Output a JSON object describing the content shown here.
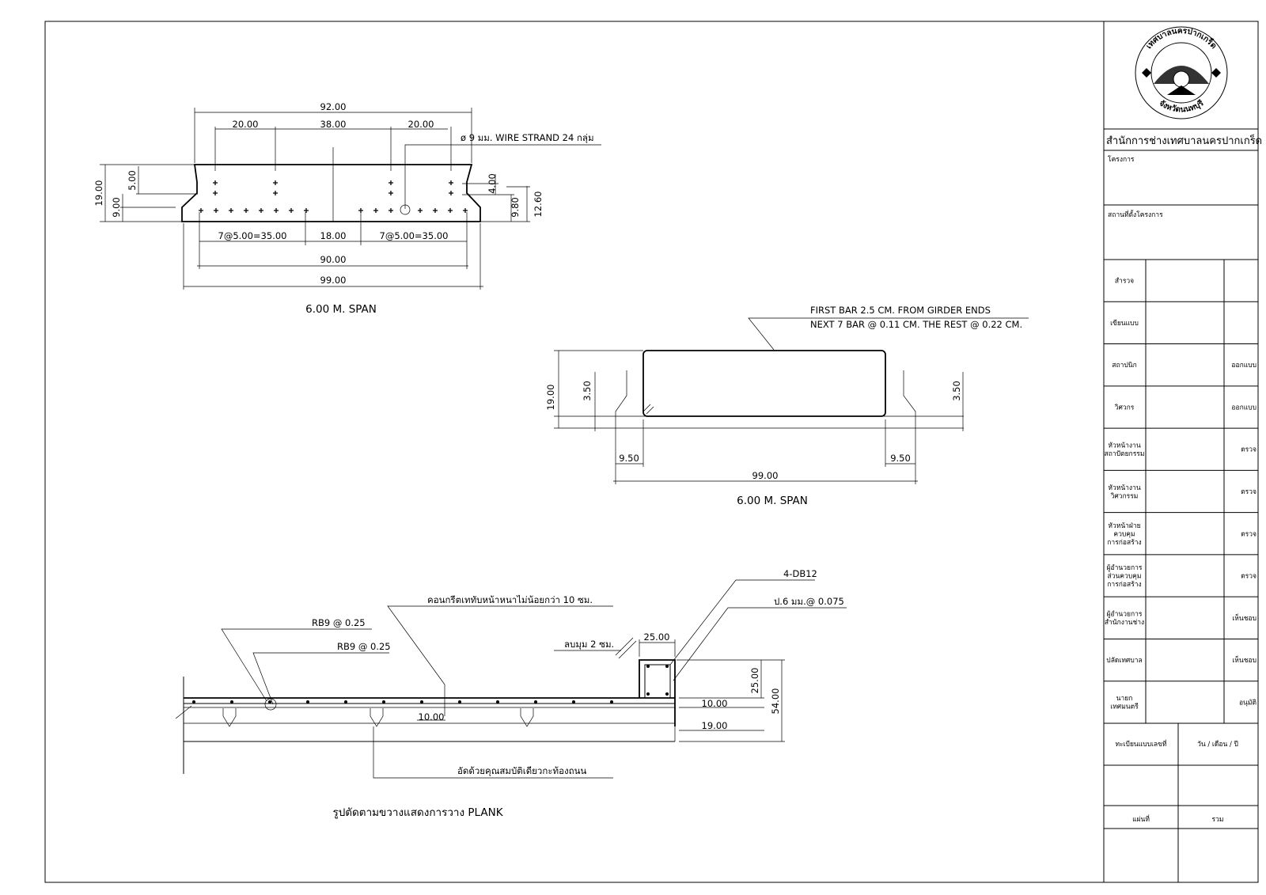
{
  "section_top": {
    "dim_overall_top": "92.00",
    "dim_left_20": "20.00",
    "dim_mid_38": "38.00",
    "dim_right_20": "20.00",
    "strand_note": "ø 9 มม. WIRE STRAND 24 กลุ่ม",
    "dim_height_19": "19.00",
    "dim_5": "5.00",
    "dim_9": "9.00",
    "dim_4": "4.00",
    "dim_980": "9.80",
    "dim_1260": "12.60",
    "dim_spacing_left": "7@5.00=35.00",
    "dim_mid_18": "18.00",
    "dim_spacing_right": "7@5.00=35.00",
    "dim_90": "90.00",
    "dim_99": "99.00",
    "caption": "6.00 M. SPAN"
  },
  "section_side": {
    "note_line1": "FIRST BAR 2.5 CM. FROM GIRDER ENDS",
    "note_line2": "NEXT 7 BAR @ 0.11 CM. THE REST @ 0.22 CM.",
    "dim_19": "19.00",
    "dim_350_left": "3.50",
    "dim_350_right": "3.50",
    "dim_950_left": "9.50",
    "dim_950_right": "9.50",
    "dim_99": "99.00",
    "caption": "6.00 M. SPAN"
  },
  "section_bottom": {
    "rb9_top": "RB9 @ 0.25",
    "rb9_bottom": "RB9 @ 0.25",
    "topping_note": "คอนกรีตเททับหน้าหนาไม่น้อยกว่า 10 ซม.",
    "db12": "4-DB12",
    "stirrup": "ป.6 มม.@ 0.075",
    "chamfer": "ลบมุม 2 ซม.",
    "dim_25_top": "25.00",
    "dim_25_side": "25.00",
    "dim_54": "54.00",
    "dim_10_right": "10.00",
    "dim_19_right": "19.00",
    "dim_10_left": "10.00",
    "fill_note": "อัดด้วยคุณสมบัติเดียวกะท้องถนน",
    "caption": "รูปตัดตามขวางแสดงการวาง PLANK"
  },
  "title_block": {
    "logo_text_top": "เทศบาลนครปากเกร็ด",
    "logo_text_bottom": "จังหวัดนนทบุรี",
    "office": "สำนักการช่างเทศบาลนครปากเกร็ด",
    "project_label": "โครงการ",
    "location_label": "สถานที่ตั้งโครงการ",
    "rows": [
      {
        "left": "สำรวจ",
        "right": ""
      },
      {
        "left": "เขียนแบบ",
        "right": ""
      },
      {
        "left": "สถาปนิก",
        "right": "ออกแบบ"
      },
      {
        "left": "วิศวกร",
        "right": "ออกแบบ"
      },
      {
        "left": "หัวหน้างาน สถาปัตยกรรม",
        "right": "ตรวจ"
      },
      {
        "left": "หัวหน้างาน วิศวกรรม",
        "right": "ตรวจ"
      },
      {
        "left": "หัวหน้าฝ่าย ควบคุม การก่อสร้าง",
        "right": "ตรวจ"
      },
      {
        "left": "ผู้อำนวยการ ส่วนควบคุม การก่อสร้าง",
        "right": "ตรวจ"
      },
      {
        "left": "ผู้อำนวยการ สำนักงานช่าง",
        "right": "เห็นชอบ"
      },
      {
        "left": "ปลัดเทศบาล",
        "right": "เห็นชอบ"
      },
      {
        "left": "นายก เทศมนตรี",
        "right": "อนุมัติ"
      }
    ],
    "reg_label": "ทะเบียนแบบเลขที่",
    "date_label": "วัน / เดือน / ปี",
    "sheet_label": "แผ่นที่",
    "total_label": "รวม"
  }
}
